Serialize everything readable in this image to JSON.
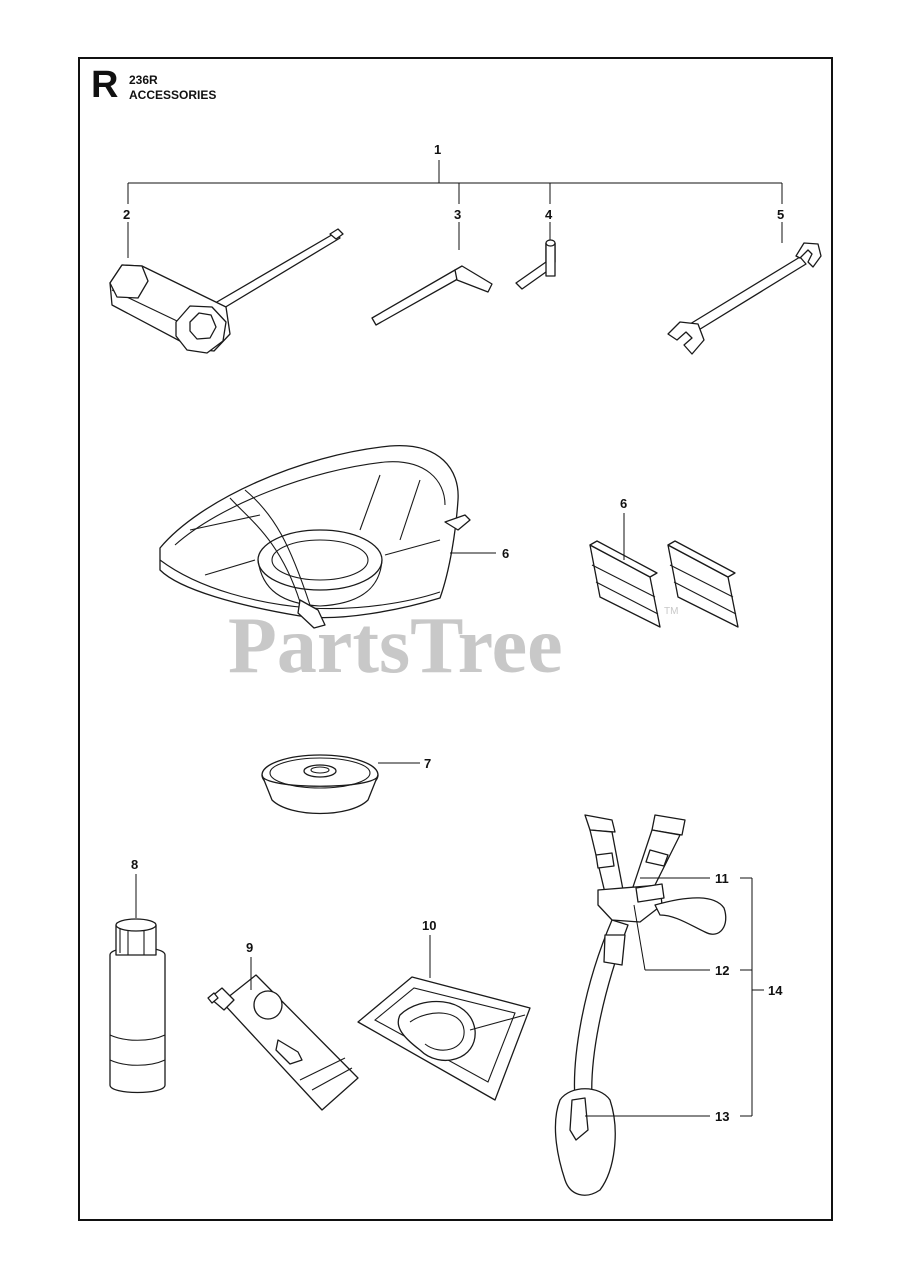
{
  "header": {
    "section_letter": "R",
    "model": "236R",
    "title": "ACCESSORIES"
  },
  "watermark": {
    "text": "PartsTree",
    "trademark": "TM",
    "color": "#c8c8c8"
  },
  "callouts": {
    "c1": "1",
    "c2": "2",
    "c3": "3",
    "c4": "4",
    "c5": "5",
    "c6a": "6",
    "c6b": "6",
    "c7": "7",
    "c8": "8",
    "c9": "9",
    "c10": "10",
    "c11": "11",
    "c12": "12",
    "c13": "13",
    "c14": "14"
  }
}
